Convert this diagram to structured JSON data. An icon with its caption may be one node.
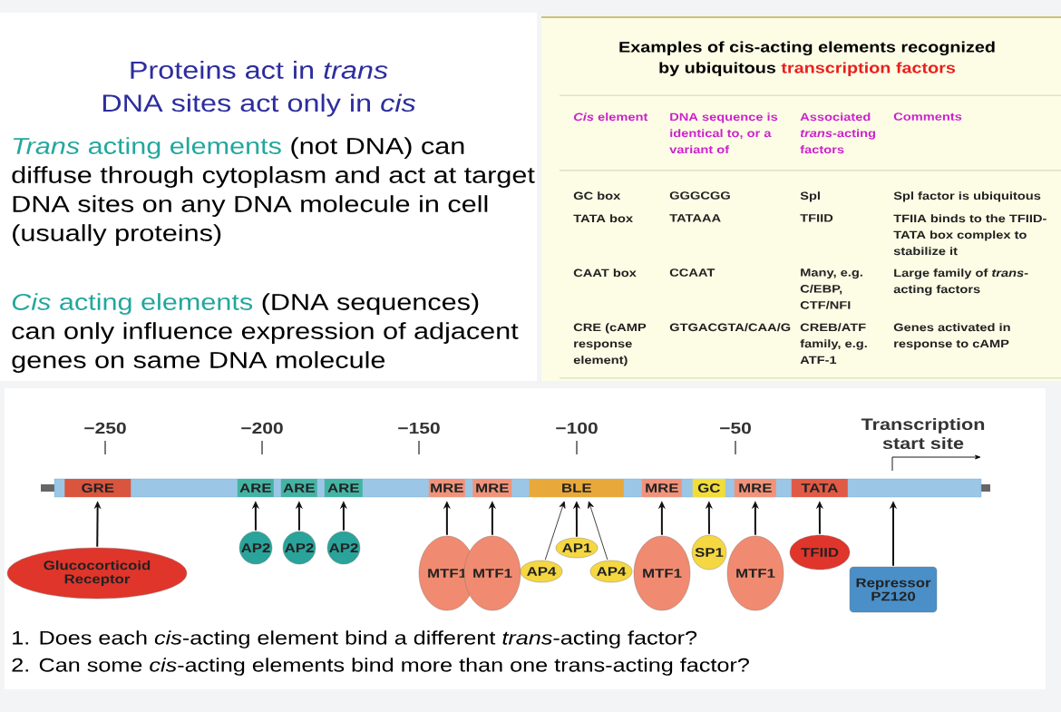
{
  "diagram": {
    "nodes": [
      {
        "text": [],
        "shape": "bar"
      },
      {
        "text": [
          "GRE"
        ],
        "in": 0
      },
      {
        "text": [
          "ARE"
        ],
        "in": 0
      },
      {
        "text": [
          "ARE"
        ],
        "in": 0
      },
      {
        "text": [
          "ARE"
        ],
        "in": 0
      },
      {
        "text": [
          "MRE"
        ],
        "in": 0
      },
      {
        "text": [
          "MRE"
        ],
        "in": 0
      },
      {
        "text": [
          "BLE"
        ],
        "in": 0
      },
      {
        "text": [
          "MRE"
        ],
        "in": 0
      },
      {
        "text": [
          "GC"
        ],
        "in": 0
      },
      {
        "text": [
          "MRE"
        ],
        "in": 0
      },
      {
        "text": [
          "TATA"
        ],
        "in": 0
      },
      {
        "text": [
          "Glucocorticoid Receptor"
        ]
      },
      {
        "text": [
          "AP2"
        ]
      },
      {
        "text": [
          "AP2"
        ]
      },
      {
        "text": [
          "AP2"
        ]
      },
      {
        "text": [
          "MTF1"
        ]
      },
      {
        "text": [
          "MTF1"
        ]
      },
      {
        "text": [
          "AP4"
        ]
      },
      {
        "text": [
          "AP1"
        ]
      },
      {
        "text": [
          "AP4"
        ]
      },
      {
        "text": [
          "MTF1"
        ]
      },
      {
        "text": [
          "SP1"
        ]
      },
      {
        "text": [
          "MTF1"
        ]
      },
      {
        "text": [
          "TFIID"
        ]
      },
      {
        "text": [
          "Repressor PZ120"
        ]
      }
    ],
    "edges": [
      {
        "from": 12,
        "to": 1,
        "arrow": "to"
      },
      {
        "from": 13,
        "to": 2,
        "arrow": "to"
      },
      {
        "from": 14,
        "to": 3,
        "arrow": "to"
      },
      {
        "from": 15,
        "to": 4,
        "arrow": "to"
      },
      {
        "from": 16,
        "to": 5,
        "arrow": "to"
      },
      {
        "from": 17,
        "to": 6,
        "arrow": "to"
      },
      {
        "from": 18,
        "to": 7,
        "arrow": "to"
      },
      {
        "from": 19,
        "to": 7,
        "arrow": "to"
      },
      {
        "from": 20,
        "to": 7,
        "arrow": "to"
      },
      {
        "from": 21,
        "to": 8,
        "arrow": "to"
      },
      {
        "from": 22,
        "to": 9,
        "arrow": "to"
      },
      {
        "from": 23,
        "to": 10,
        "arrow": "to"
      },
      {
        "from": 24,
        "to": 11,
        "arrow": "to"
      },
      {
        "from": 25,
        "to": 0,
        "arrow": "to"
      }
    ],
    "labels": [
      "Proteins act in *trans*",
      "DNA sites act only in *cis*",
      "*Trans* acting elements",
      "(not DNA) can diffuse through cytoplasm and act at target DNA sites on any DNA molecule in cell (usually proteins)",
      "*Cis* acting elements",
      "(DNA sequences) can only influence expression of adjacent genes on same DNA molecule",
      "Examples of cis-acting elements recognized by ubiquitous",
      "transcription factors",
      "*Cis* element",
      "DNA sequence is identical to, or a variant of",
      "Associated *trans*-acting factors",
      "Comments",
      "GC box",
      "GGGCGG",
      "Spl",
      "Spl factor is ubiquitous",
      "TATA box",
      "TATAAA",
      "TFIID",
      "TFIIA binds to the TFIID-TATA box complex to stabilize it",
      "CAAT box",
      "CCAAT",
      "Many, e.g. C/EBP, CTF/NFI",
      "Large family of *trans*-acting factors",
      "CRE (cAMP response element)",
      "GTGACGTA/CAA/G",
      "CREB/ATF family, e.g. ATF-1",
      "Genes activated in response to cAMP",
      "−250",
      "−200",
      "−150",
      "−100",
      "−50",
      "Transcription start site",
      "1. Does each *cis*-acting element bind a different *trans*-acting factor?",
      "2. Can some *cis*-acting elements bind more than one trans-acting factor?"
    ]
  }
}
